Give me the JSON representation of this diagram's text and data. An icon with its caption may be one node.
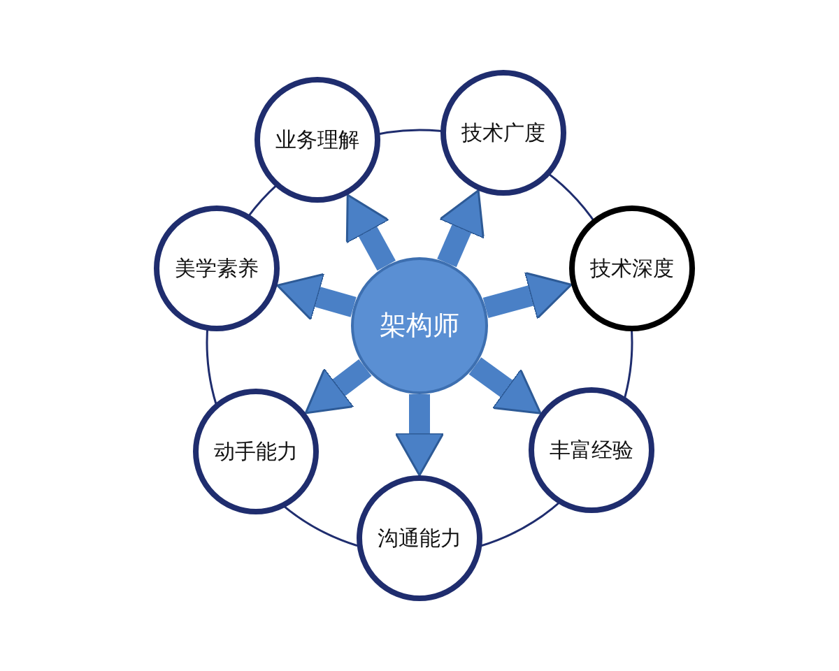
{
  "diagram": {
    "nodes": [
      {
        "text": [
          "架构师"
        ]
      },
      {
        "text": [
          "业务理解"
        ]
      },
      {
        "text": [
          "技术广度"
        ]
      },
      {
        "text": [
          "美学素养"
        ]
      },
      {
        "text": [
          "技术深度"
        ]
      },
      {
        "text": [
          "动手能力"
        ]
      },
      {
        "text": [
          "丰富经验"
        ]
      },
      {
        "text": [
          "沟通能力"
        ]
      }
    ],
    "edges": [
      {
        "from": 0,
        "to": 1,
        "arrow": "to"
      },
      {
        "from": 0,
        "to": 2,
        "arrow": "to"
      },
      {
        "from": 0,
        "to": 3,
        "arrow": "to"
      },
      {
        "from": 0,
        "to": 4,
        "arrow": "to"
      },
      {
        "from": 0,
        "to": 5,
        "arrow": "to"
      },
      {
        "from": 0,
        "to": 6,
        "arrow": "to"
      },
      {
        "from": 0,
        "to": 7,
        "arrow": "to"
      }
    ]
  }
}
